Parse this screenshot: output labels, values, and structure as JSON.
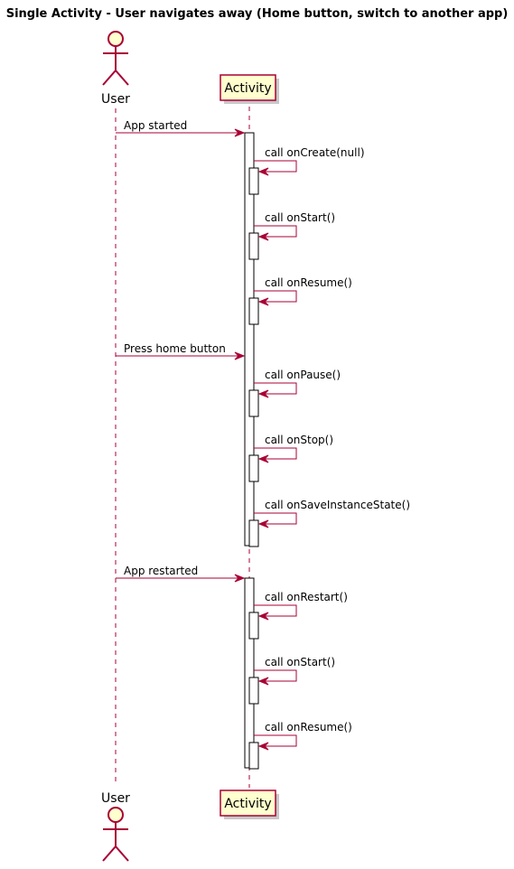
{
  "title": "Single Activity - User navigates away (Home button, switch to another app)",
  "participants": {
    "user": "User",
    "activity": "Activity"
  },
  "colors": {
    "arrow": "#A80036",
    "actor_fill": "#FEFECE",
    "actor_stroke": "#A80036",
    "box_fill": "#FEFECE",
    "box_stroke": "#A80036",
    "lifeline": "#A80036"
  },
  "messages": [
    {
      "from": "user",
      "label": "App started"
    },
    {
      "from": "self",
      "label": "call onCreate(null)"
    },
    {
      "from": "self",
      "label": "call onStart()"
    },
    {
      "from": "self",
      "label": "call onResume()"
    },
    {
      "from": "user",
      "label": "Press home button"
    },
    {
      "from": "self",
      "label": "call onPause()"
    },
    {
      "from": "self",
      "label": "call onStop()"
    },
    {
      "from": "self",
      "label": "call onSaveInstanceState()"
    },
    {
      "from": "user",
      "label": "App restarted"
    },
    {
      "from": "self",
      "label": "call onRestart()"
    },
    {
      "from": "self",
      "label": "call onStart()"
    },
    {
      "from": "self",
      "label": "call onResume()"
    }
  ]
}
